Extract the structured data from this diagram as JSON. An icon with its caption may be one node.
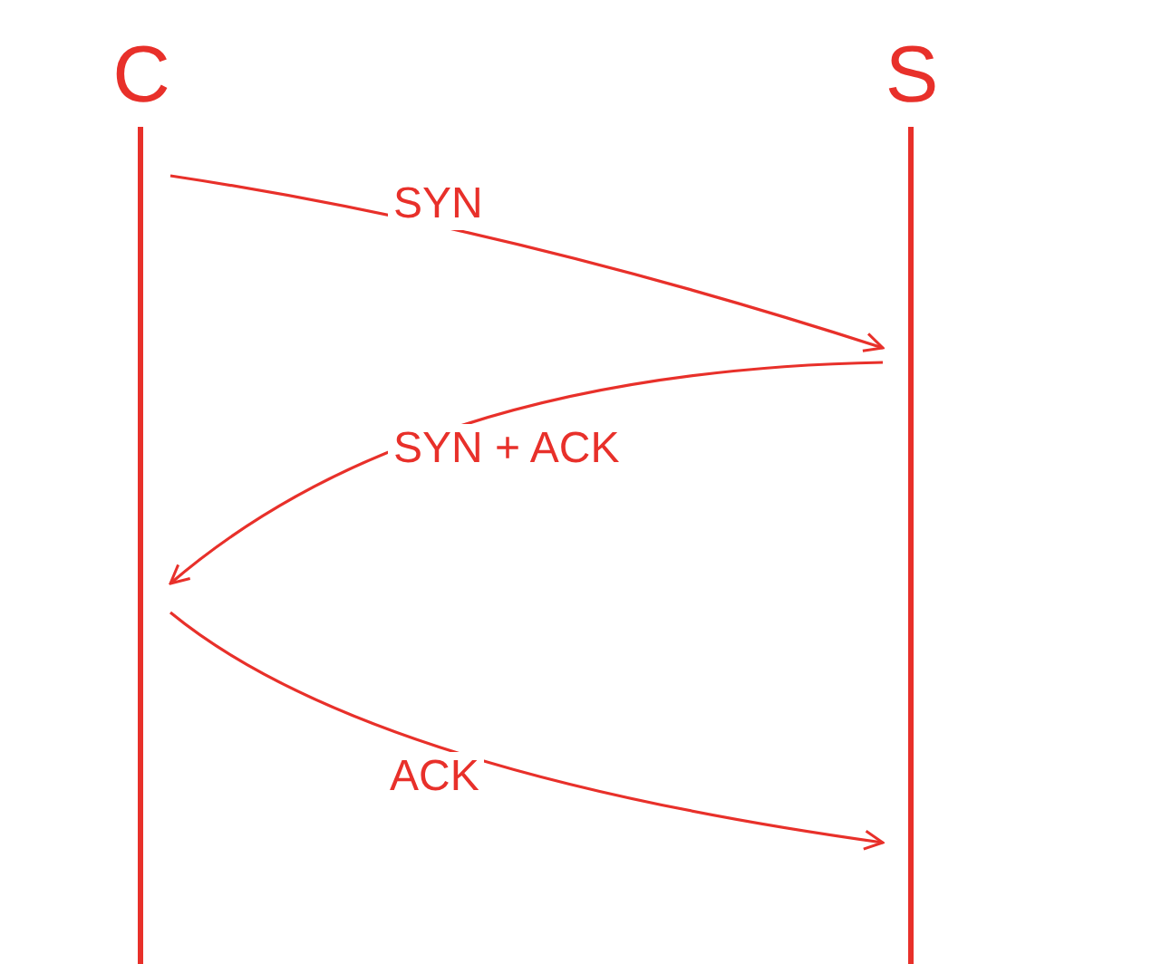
{
  "diagram": {
    "nodes": [
      {
        "text": [
          "C"
        ]
      },
      {
        "text": [
          "S"
        ]
      }
    ],
    "edges": [
      {
        "from": 0,
        "to": 1,
        "arrow": "to",
        "label": "SYN"
      },
      {
        "from": 1,
        "to": 0,
        "arrow": "to",
        "label": "SYN + ACK"
      },
      {
        "from": 0,
        "to": 1,
        "arrow": "to",
        "label": "ACK"
      }
    ]
  }
}
